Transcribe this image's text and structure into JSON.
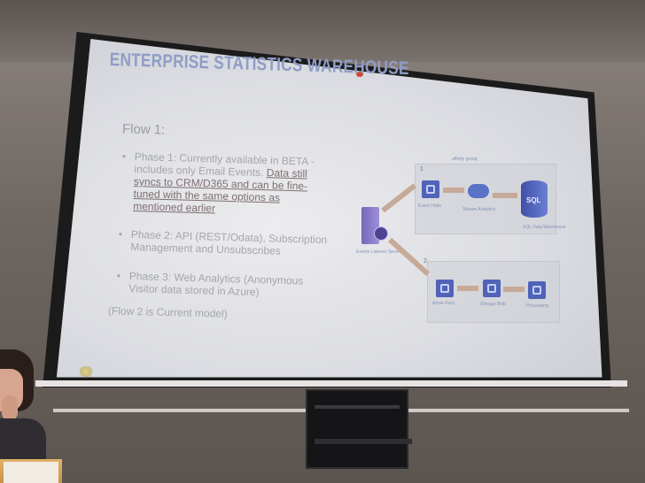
{
  "slide": {
    "title": "ENTERPRISE STATISTICS WAREHOUSE",
    "flow_heading": "Flow 1:",
    "bullets": [
      {
        "text_plain": "Phase 1: Currently available in BETA - includes only Email Events. ",
        "text_underlined": "Data still syncs to CRM/D365 and can be fine-tuned with the same options as mentioned earlier"
      },
      {
        "text": "Phase 2: API (REST/Odata), Subscription Management and Unsubscribes"
      },
      {
        "text": "Phase 3: Web Analytics (Anonymous Visitor data stored in Azure)"
      }
    ],
    "note": "(Flow 2 is Current model)"
  },
  "diagram": {
    "group_label": "affinity group",
    "path1_number": "1",
    "path2_number": "2",
    "source_label": "Events Listener Server",
    "sql_label": "SQL",
    "path1_nodes": [
      "Event Hubs",
      "Stream Analytics",
      "SQL Data Warehouse"
    ],
    "path2_nodes": [
      "Azure Func",
      "Storage Blob",
      "Processing"
    ]
  },
  "colors": {
    "title": "#8f9dc6",
    "body_text": "#a4a6ad",
    "underlined_text": "#7e6f72",
    "azure_blue": "#4f63b8",
    "arrow": "#c6a997"
  }
}
